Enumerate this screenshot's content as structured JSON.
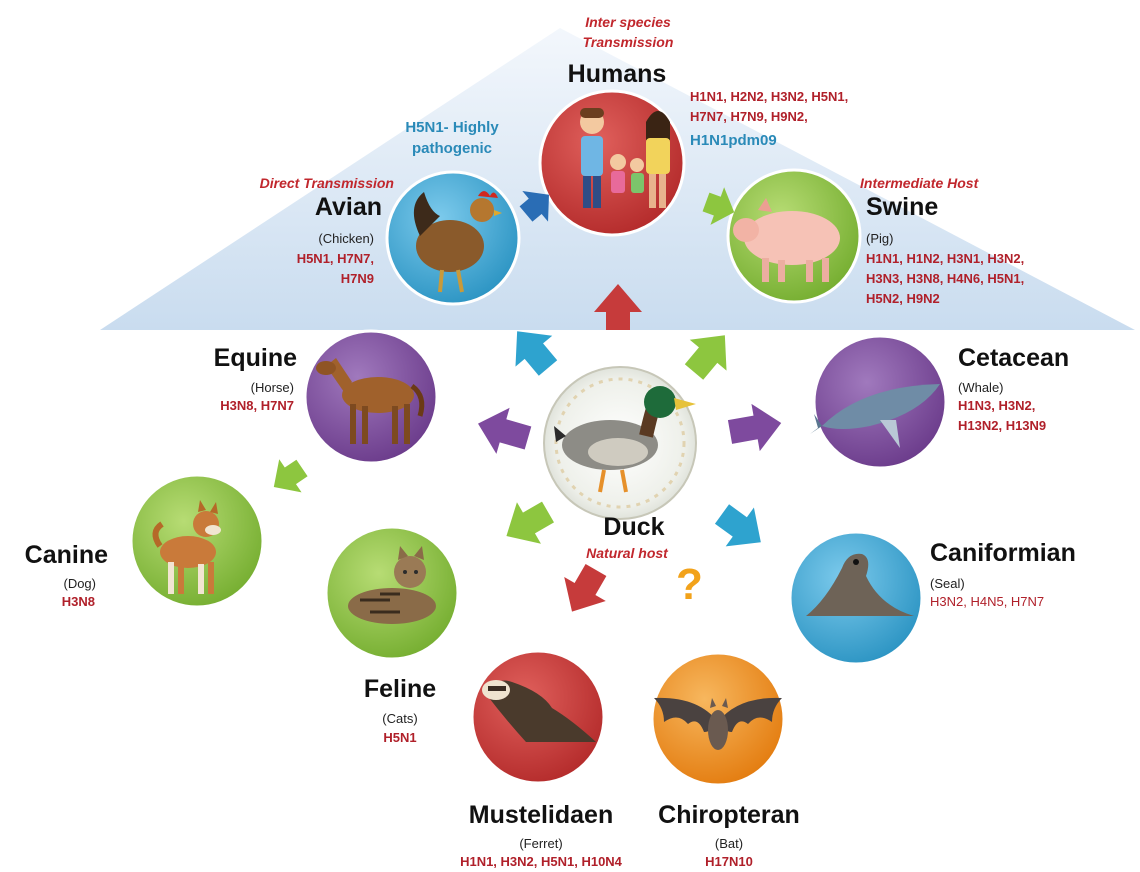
{
  "labels": {
    "inter_species": "Inter species\nTransmission",
    "direct_transmission": "Direct Transmission",
    "intermediate_host": "Intermediate Host",
    "natural_host": "Natural host",
    "h5n1_note": "H5N1- Highly\npathogenic",
    "unknown": "?"
  },
  "hosts": {
    "humans": {
      "name": "Humans",
      "strains": "H1N1, H2N2, H3N2, H5N1,\nH7N7, H7N9, H9N2,",
      "extra": "H1N1pdm09"
    },
    "avian": {
      "name": "Avian",
      "common": "(Chicken)",
      "strains": "H5N1, H7N7,\nH7N9"
    },
    "swine": {
      "name": "Swine",
      "common": "(Pig)",
      "strains": "H1N1, H1N2, H3N1,  H3N2,\nH3N3, H3N8, H4N6, H5N1,\nH5N2, H9N2"
    },
    "equine": {
      "name": "Equine",
      "common": "(Horse)",
      "strains": "H3N8, H7N7"
    },
    "cetacean": {
      "name": "Cetacean",
      "common": "(Whale)",
      "strains": "H1N3, H3N2,\nH13N2, H13N9"
    },
    "canine": {
      "name": "Canine",
      "common": "(Dog)",
      "strains": "H3N8"
    },
    "duck": {
      "name": "Duck"
    },
    "caniformian": {
      "name": "Caniformian",
      "common": "(Seal)",
      "strains": "H3N2, H4N5, H7N7"
    },
    "feline": {
      "name": "Feline",
      "common": "(Cats)",
      "strains": "H5N1"
    },
    "mustelidaen": {
      "name": "Mustelidaen",
      "common": "(Ferret)",
      "strains": "H1N1, H3N2, H5N1, H10N4"
    },
    "chiropteran": {
      "name": "Chiropteran",
      "common": "(Bat)",
      "strains": "H17N10"
    }
  },
  "colors": {
    "red": "#c63b3b",
    "blue": "#2ea3cf",
    "green": "#8dc63f",
    "purple": "#7e4a9e",
    "orange": "#f28c1e",
    "triangle": "#d4e3f2"
  }
}
